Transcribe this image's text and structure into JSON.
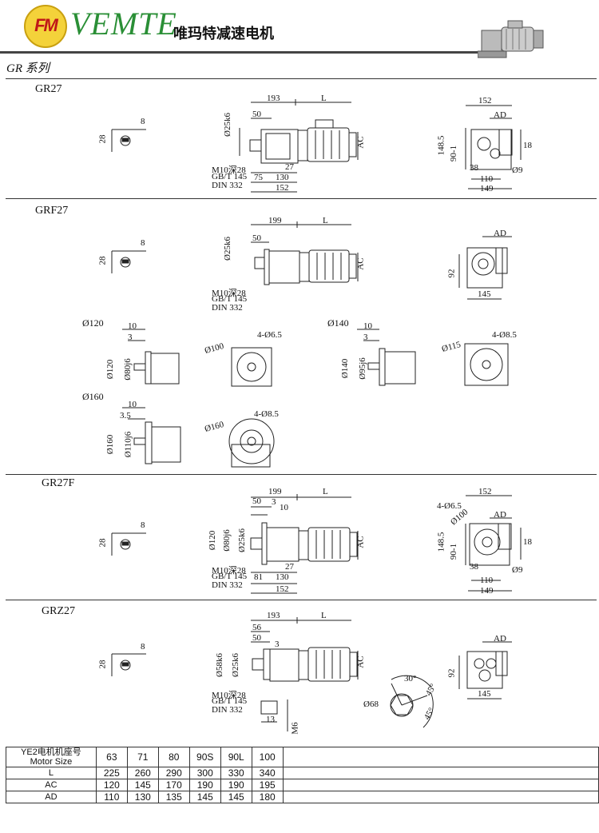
{
  "header": {
    "logo_text": "FM",
    "brand": "VEMTE",
    "brand_cn": "唯玛特减速电机"
  },
  "series_title": "GR 系列",
  "sections": [
    {
      "label": "GR27"
    },
    {
      "label": "GRF27"
    },
    {
      "label": "GR27F"
    },
    {
      "label": "GRZ27"
    }
  ],
  "dims": {
    "s1": {
      "shaft_w": "8",
      "shaft_h": "28",
      "top1": "193",
      "topL": "L",
      "w50": "50",
      "d25": "Ø25k6",
      "m10": "M10深28",
      "gbt": "GB/T 145",
      "din": "DIN 332",
      "ac": "AC",
      "d27": "27",
      "d75": "75",
      "d130": "130",
      "d152": "152",
      "e152": "152",
      "ead": "AD",
      "e148": "148.5",
      "e90": "90-1",
      "e18": "18",
      "e38": "38",
      "e9": "Ø9",
      "e110": "110",
      "e149": "149"
    },
    "s2": {
      "shaft_w": "8",
      "shaft_h": "28",
      "top1": "199",
      "topL": "L",
      "w50": "50",
      "d25": "Ø25k6",
      "m10": "M10深28",
      "gbt": "GB/T 145",
      "din": "DIN 332",
      "ac": "AC",
      "ead": "AD",
      "e92": "92",
      "e145": "145",
      "f120": "Ø120",
      "f120_10": "10",
      "f120_3": "3",
      "f120_d": "Ø120",
      "f120_d80": "Ø80j6",
      "f120_100": "Ø100",
      "f120_h": "4-Ø6.5",
      "f140": "Ø140",
      "f140_10": "10",
      "f140_3": "3",
      "f140_d": "Ø140",
      "f140_d95": "Ø95j6",
      "f140_115": "Ø115",
      "f140_h": "4-Ø8.5",
      "f160": "Ø160",
      "f160_10": "10",
      "f160_3": "3.5",
      "f160_d": "Ø160",
      "f160_d110": "Ø110j6",
      "f160_160": "Ø160",
      "f160_h": "4-Ø8.5"
    },
    "s3": {
      "shaft_w": "8",
      "shaft_h": "28",
      "top1": "199",
      "topL": "L",
      "w50": "50",
      "w3": "3",
      "w10": "10",
      "d120": "Ø120",
      "d80": "Ø80j6",
      "d25": "Ø25k6",
      "m10": "M10深28",
      "gbt": "GB/T 145",
      "din": "DIN 332",
      "ac": "AC",
      "d27": "27",
      "d81": "81",
      "d130": "130",
      "d152": "152",
      "e152": "152",
      "eh": "4-Ø6.5",
      "e100": "Ø100",
      "ead": "AD",
      "e148": "148.5",
      "e90": "90-1",
      "e18": "18",
      "e38": "38",
      "e9": "Ø9",
      "e110": "110",
      "e149": "149"
    },
    "s4": {
      "shaft_w": "8",
      "shaft_h": "28",
      "top1": "193",
      "topL": "L",
      "w56": "56",
      "w50": "50",
      "w3": "3",
      "d58": "Ø58k6",
      "d25": "Ø25k6",
      "m10": "M10深28",
      "gbt": "GB/T 145",
      "din": "DIN 332",
      "ac": "AC",
      "d13": "13",
      "m6": "M6",
      "d68": "Ø68",
      "a30": "30°",
      "a45a": "45°",
      "a45b": "45°",
      "ead": "AD",
      "e92": "92",
      "e145": "145"
    }
  },
  "table": {
    "header1": "YE2电机机座号",
    "header2": "Motor Size",
    "sizes": [
      "63",
      "71",
      "80",
      "90S",
      "90L",
      "100"
    ],
    "rows": [
      {
        "label": "L",
        "values": [
          "225",
          "260",
          "290",
          "300",
          "330",
          "340"
        ]
      },
      {
        "label": "AC",
        "values": [
          "120",
          "145",
          "170",
          "190",
          "190",
          "195"
        ]
      },
      {
        "label": "AD",
        "values": [
          "110",
          "130",
          "135",
          "145",
          "145",
          "180"
        ]
      }
    ]
  }
}
